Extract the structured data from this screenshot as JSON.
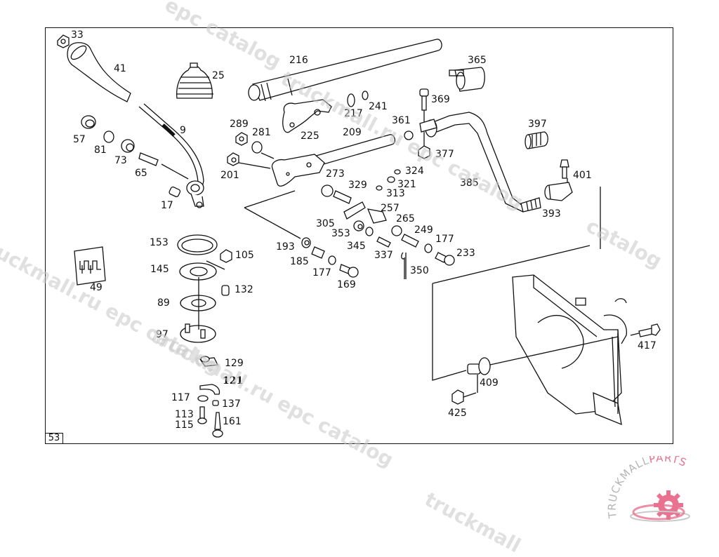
{
  "page_number": "53",
  "watermark_text": [
    "epc catalog",
    "truckmall.ru epc catalog",
    "truckmall.ru epc catalog",
    "truckmall.ru epc catalog",
    "catalog",
    "truckmall"
  ],
  "logo": {
    "text_primary": "TRUCKMALL",
    "text_accent": "PARTS",
    "accent_color": "#e8728f",
    "primary_color": "#b5b5b5"
  },
  "callouts": [
    {
      "label": "33"
    },
    {
      "label": "41"
    },
    {
      "label": "25"
    },
    {
      "label": "216"
    },
    {
      "label": "365"
    },
    {
      "label": "369"
    },
    {
      "label": "217"
    },
    {
      "label": "241"
    },
    {
      "label": "9"
    },
    {
      "label": "57"
    },
    {
      "label": "81"
    },
    {
      "label": "73"
    },
    {
      "label": "65"
    },
    {
      "label": "17"
    },
    {
      "label": "289"
    },
    {
      "label": "281"
    },
    {
      "label": "225"
    },
    {
      "label": "209"
    },
    {
      "label": "361"
    },
    {
      "label": "377"
    },
    {
      "label": "397"
    },
    {
      "label": "201"
    },
    {
      "label": "273"
    },
    {
      "label": "324"
    },
    {
      "label": "321"
    },
    {
      "label": "329"
    },
    {
      "label": "313"
    },
    {
      "label": "385"
    },
    {
      "label": "401"
    },
    {
      "label": "393"
    },
    {
      "label": "257"
    },
    {
      "label": "305"
    },
    {
      "label": "265"
    },
    {
      "label": "353"
    },
    {
      "label": "249"
    },
    {
      "label": "345"
    },
    {
      "label": "177"
    },
    {
      "label": "193"
    },
    {
      "label": "337"
    },
    {
      "label": "233"
    },
    {
      "label": "185"
    },
    {
      "label": "177"
    },
    {
      "label": "350"
    },
    {
      "label": "169"
    },
    {
      "label": "153"
    },
    {
      "label": "105"
    },
    {
      "label": "145"
    },
    {
      "label": "132"
    },
    {
      "label": "49"
    },
    {
      "label": "89"
    },
    {
      "label": "97"
    },
    {
      "label": "129"
    },
    {
      "label": "121"
    },
    {
      "label": "117"
    },
    {
      "label": "137"
    },
    {
      "label": "113"
    },
    {
      "label": "115"
    },
    {
      "label": "161"
    },
    {
      "label": "417"
    },
    {
      "label": "409"
    },
    {
      "label": "425"
    }
  ]
}
